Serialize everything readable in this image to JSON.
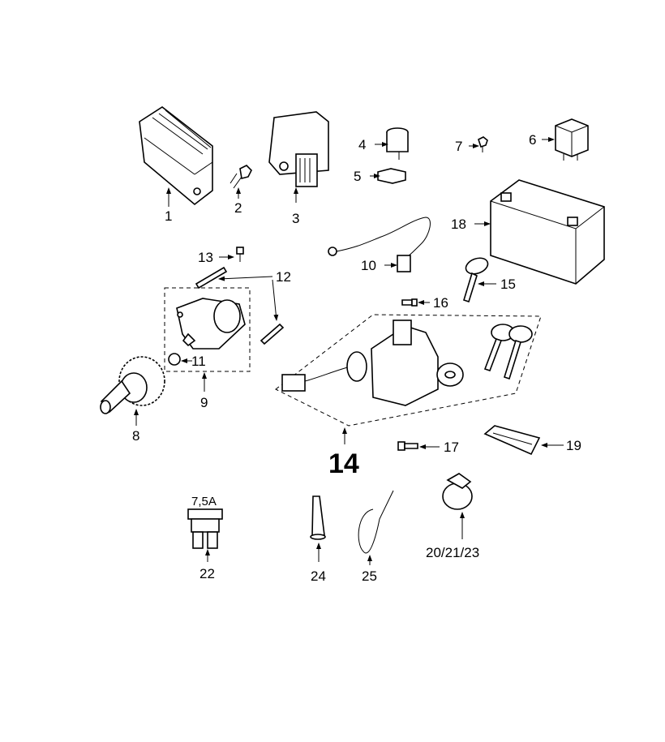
{
  "diagram": {
    "callouts": {
      "c1": "1",
      "c2": "2",
      "c3": "3",
      "c4": "4",
      "c5": "5",
      "c6": "6",
      "c7": "7",
      "c8": "8",
      "c9": "9",
      "c10": "10",
      "c11": "11",
      "c12": "12",
      "c13": "13",
      "c14": "14",
      "c15": "15",
      "c16": "16",
      "c17": "17",
      "c18": "18",
      "c19": "19",
      "c20_21_23": "20/21/23",
      "c22": "22",
      "c24": "24",
      "c25": "25"
    },
    "fuse_rating": "7,5A",
    "colors": {
      "ink": "#000000",
      "background": "#ffffff"
    }
  }
}
